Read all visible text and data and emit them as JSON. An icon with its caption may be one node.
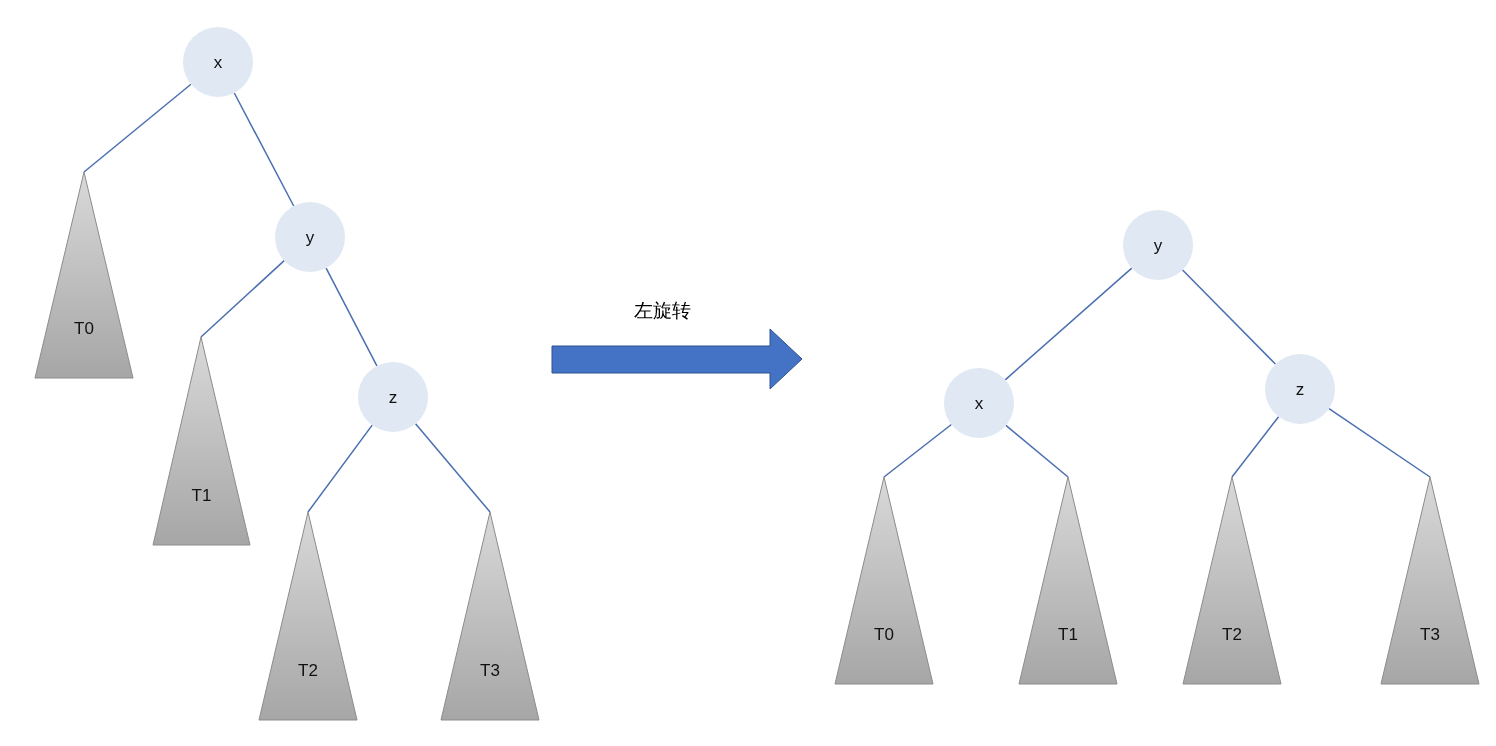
{
  "diagram": {
    "nodes": [
      {
        "text": [
          "x"
        ]
      },
      {
        "text": [
          "T0"
        ]
      },
      {
        "text": [
          "y"
        ]
      },
      {
        "text": [
          "T1"
        ]
      },
      {
        "text": [
          "z"
        ]
      },
      {
        "text": [
          "T2"
        ]
      },
      {
        "text": [
          "T3"
        ]
      },
      {
        "text": [
          "y"
        ]
      },
      {
        "text": [
          "x"
        ]
      },
      {
        "text": [
          "z"
        ]
      },
      {
        "text": [
          "T0"
        ]
      },
      {
        "text": [
          "T1"
        ]
      },
      {
        "text": [
          "T2"
        ]
      },
      {
        "text": [
          "T3"
        ]
      }
    ],
    "edges": [
      {
        "from": 0,
        "to": 1,
        "arrow": "none"
      },
      {
        "from": 0,
        "to": 2,
        "arrow": "none"
      },
      {
        "from": 2,
        "to": 3,
        "arrow": "none"
      },
      {
        "from": 2,
        "to": 4,
        "arrow": "none"
      },
      {
        "from": 4,
        "to": 5,
        "arrow": "none"
      },
      {
        "from": 4,
        "to": 6,
        "arrow": "none"
      },
      {
        "from": 7,
        "to": 8,
        "arrow": "none"
      },
      {
        "from": 7,
        "to": 9,
        "arrow": "none"
      },
      {
        "from": 8,
        "to": 10,
        "arrow": "none"
      },
      {
        "from": 8,
        "to": 11,
        "arrow": "none"
      },
      {
        "from": 9,
        "to": 12,
        "arrow": "none"
      },
      {
        "from": 9,
        "to": 13,
        "arrow": "none"
      }
    ],
    "labels": [
      "左旋转"
    ]
  }
}
